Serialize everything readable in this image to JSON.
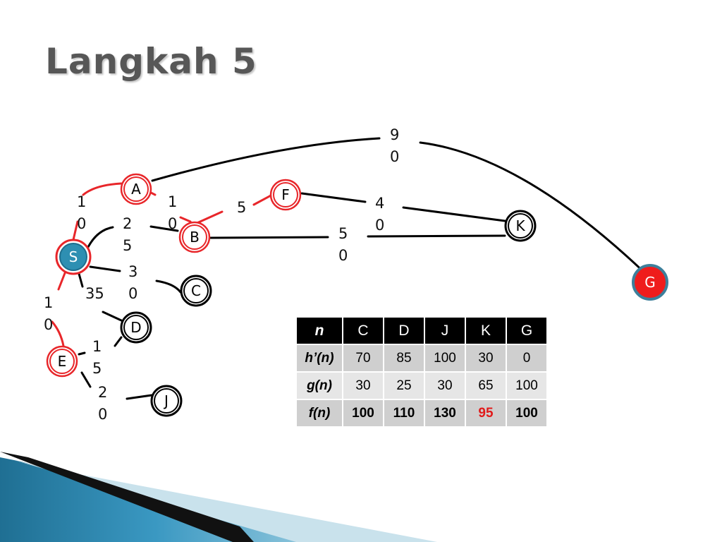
{
  "slide": {
    "title": "Langkah 5"
  },
  "colors": {
    "path_edge": "#e8262a",
    "start_node": "#2e8fb2",
    "goal_node": "#ef1c1c",
    "highlight": "#e11b1b"
  },
  "graph": {
    "nodes": {
      "S": "S",
      "A": "A",
      "B": "B",
      "C": "C",
      "D": "D",
      "E": "E",
      "F": "F",
      "J": "J",
      "K": "K",
      "G": "G"
    },
    "weights": {
      "S_A": [
        "1",
        "0"
      ],
      "A_B": [
        "1",
        "0"
      ],
      "S_B": [
        "2",
        "5"
      ],
      "S_C": [
        "3",
        "0"
      ],
      "S_D": "35",
      "S_E": [
        "1",
        "0"
      ],
      "E_D": [
        "1",
        "5"
      ],
      "E_J": [
        "2",
        "0"
      ],
      "B_F": "5",
      "F_K": [
        "4",
        "0"
      ],
      "B_K": [
        "5",
        "0"
      ],
      "A_G": [
        "9",
        "0"
      ]
    }
  },
  "table": {
    "columns": [
      "n",
      "C",
      "D",
      "J",
      "K",
      "G"
    ],
    "rows": [
      {
        "label": "h’(n)",
        "values": [
          "70",
          "85",
          "100",
          "30",
          "0"
        ]
      },
      {
        "label": "g(n)",
        "values": [
          "30",
          "25",
          "30",
          "65",
          "100"
        ]
      },
      {
        "label": "f(n)",
        "values": [
          "100",
          "110",
          "130",
          "95",
          "100"
        ]
      }
    ],
    "highlight": {
      "row": "f(n)",
      "column": "K"
    }
  }
}
